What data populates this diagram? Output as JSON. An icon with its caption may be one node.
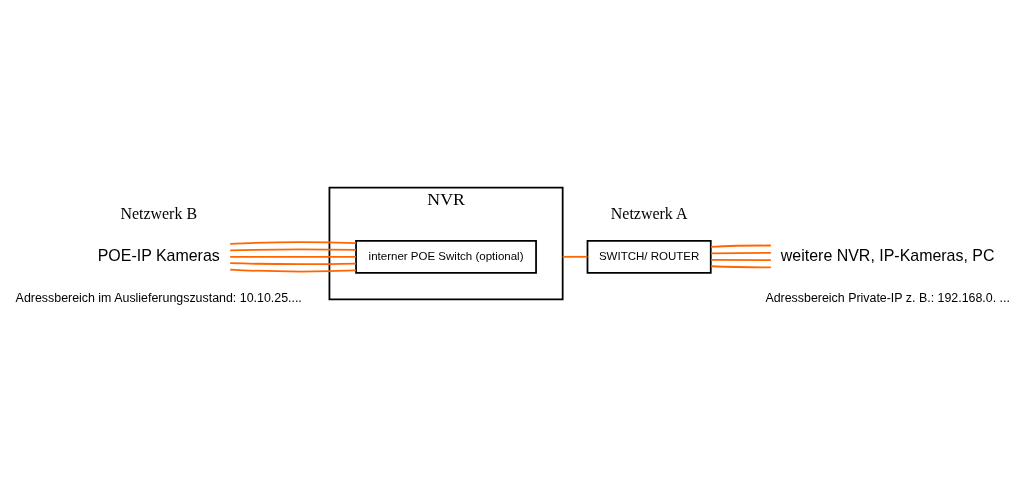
{
  "diagram": {
    "nodes": [
      {
        "text": [
          "NVR"
        ]
      },
      {
        "text": [
          "interner POE Switch (optional)"
        ],
        "in": 0
      },
      {
        "text": [
          "SWITCH/ ROUTER"
        ]
      },
      {
        "text": [
          "POE-IP Kameras"
        ],
        "beside": [
          "Adressbereich im Auslieferungszustand: 10.10.25...."
        ]
      },
      {
        "text": [
          "weitere NVR, IP-Kameras, PC"
        ],
        "beside": [
          "Adressbereich Private-IP z. B.: 192.168.0. ..."
        ]
      }
    ],
    "edges": [
      {
        "from": 3,
        "to": 1,
        "arrow": "none"
      },
      {
        "from": 3,
        "to": 1,
        "arrow": "none"
      },
      {
        "from": 3,
        "to": 1,
        "arrow": "none"
      },
      {
        "from": 3,
        "to": 1,
        "arrow": "none"
      },
      {
        "from": 3,
        "to": 1,
        "arrow": "none"
      },
      {
        "from": 0,
        "to": 2,
        "arrow": "none"
      },
      {
        "from": 2,
        "to": 4,
        "arrow": "none"
      },
      {
        "from": 2,
        "to": 4,
        "arrow": "none"
      },
      {
        "from": 2,
        "to": 4,
        "arrow": "none"
      },
      {
        "from": 2,
        "to": 4,
        "arrow": "none"
      }
    ],
    "labels": [
      "Netzwerk B",
      "Netzwerk A"
    ]
  }
}
